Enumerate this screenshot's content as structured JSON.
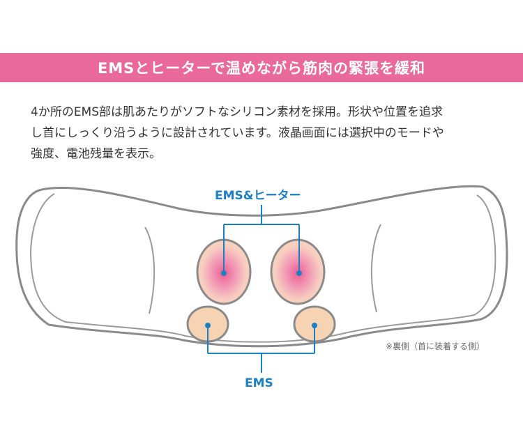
{
  "banner": {
    "title": "EMSとヒーターで温めながら筋肉の緊張を緩和"
  },
  "description": {
    "lines": [
      "4か所のEMS部は肌あたりがソフトなシリコン素材を採用。形状や位置を追求",
      "し首にしっくり沿うように設計されています。液晶画面には選択中のモードや",
      "強度、電池残量を表示。"
    ]
  },
  "diagram": {
    "label_top": "EMS&ヒーター",
    "label_bottom": "EMS",
    "note": "※裏側（首に装着する側）"
  },
  "colors": {
    "banner": "#e8699a",
    "callout": "#1b7fc3",
    "pad_fill": "#f6d4b3",
    "heat_center": "#ec5c8f",
    "outline": "#8a8a8a"
  }
}
